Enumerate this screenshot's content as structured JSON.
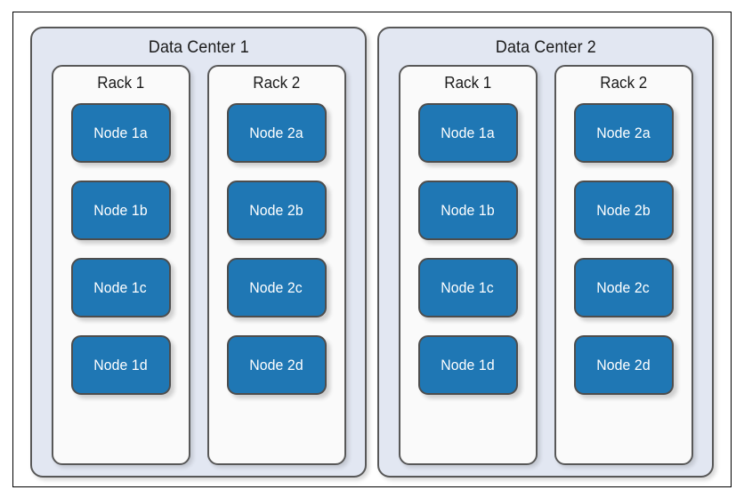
{
  "diagram": {
    "title": "",
    "type": "nested-hierarchy",
    "colors": {
      "node_fill": "#1f77b4",
      "node_border": "#4d4d4d",
      "node_text": "#ffffff",
      "datacenter_fill": "#e2e7f2",
      "datacenter_border": "#585858",
      "rack_fill": "#fafafa",
      "rack_border": "#585858",
      "frame_border": "#000000",
      "background": "#ffffff"
    },
    "datacenters": [
      {
        "label": "Data Center 1",
        "racks": [
          {
            "label": "Rack 1",
            "nodes": [
              {
                "label": "Node 1a"
              },
              {
                "label": "Node 1b"
              },
              {
                "label": "Node 1c"
              },
              {
                "label": "Node 1d"
              }
            ]
          },
          {
            "label": "Rack 2",
            "nodes": [
              {
                "label": "Node 2a"
              },
              {
                "label": "Node 2b"
              },
              {
                "label": "Node 2c"
              },
              {
                "label": "Node 2d"
              }
            ]
          }
        ]
      },
      {
        "label": "Data Center 2",
        "racks": [
          {
            "label": "Rack 1",
            "nodes": [
              {
                "label": "Node 1a"
              },
              {
                "label": "Node 1b"
              },
              {
                "label": "Node 1c"
              },
              {
                "label": "Node 1d"
              }
            ]
          },
          {
            "label": "Rack 2",
            "nodes": [
              {
                "label": "Node 2a"
              },
              {
                "label": "Node 2b"
              },
              {
                "label": "Node 2c"
              },
              {
                "label": "Node 2d"
              }
            ]
          }
        ]
      }
    ]
  }
}
